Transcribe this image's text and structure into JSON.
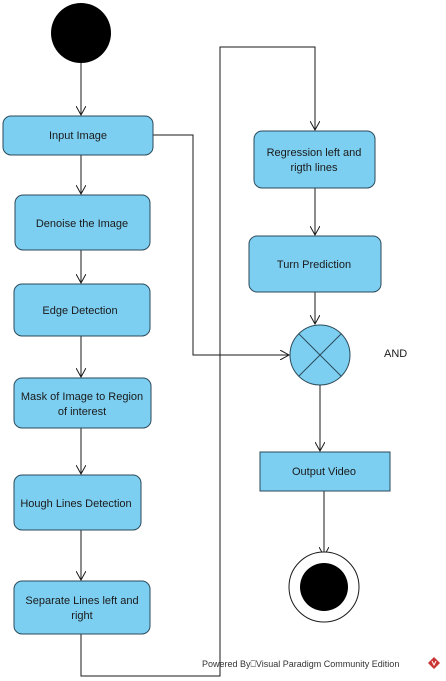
{
  "nodes": {
    "input_image": "Input Image",
    "denoise": "Denoise the Image",
    "edge_detection": "Edge Detection",
    "mask_line1": "Mask of Image to Region",
    "mask_line2": "of interest",
    "hough": "Hough Lines Detection",
    "separate_line1": "Separate Lines left and",
    "separate_line2": "right",
    "regression_line1": "Regression left and",
    "regression_line2": "rigth lines",
    "turn_prediction": "Turn Prediction",
    "and_label": "AND",
    "output_video": "Output Video"
  },
  "watermark": "Powered By⎕Visual Paradigm Community Edition",
  "colors": {
    "node_fill": "#7dcff2",
    "node_stroke": "#2b4a5a",
    "start_end": "#000000",
    "logo": "#cc3333"
  }
}
